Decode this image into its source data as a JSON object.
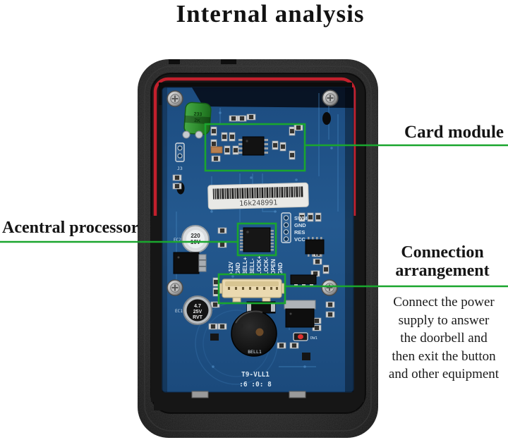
{
  "title": "Internal analysis",
  "annotations": {
    "card_module": {
      "label": "Card module"
    },
    "central_processor": {
      "label": "Acentral processor"
    },
    "connection": {
      "line1": "Connection",
      "line2": "arrangement",
      "description_lines": [
        "Connect the power",
        "supply to answer",
        "the doorbell and",
        "then exit the button",
        "and other equipment"
      ]
    }
  },
  "pcb": {
    "barcode_text": "16k248991",
    "programming_header_pins": [
      "SWM",
      "GND",
      "RES",
      "VCC"
    ],
    "terminal_pins": [
      "+12V",
      "GND",
      "BELL+",
      "BELL-",
      "LOCK+",
      "LOCK-",
      "OPEN",
      "GND"
    ],
    "capacitor_large_lines": [
      "220",
      "10V"
    ],
    "capacitor_small_lines": [
      "4.7",
      "25V",
      "RVT"
    ],
    "green_capacitor_lines": [
      "233",
      "2K"
    ],
    "buzzer_label": "BELL1",
    "led_label": "DW1",
    "board_model": "T9-VLL1",
    "board_date": ":6 :0: 8",
    "ref_ec1": "EC1",
    "ref_ec2": "EC2",
    "ref_j3": "J3"
  },
  "colors": {
    "annotation_green": "#1aa62e",
    "pcb_blue": "#235a93",
    "gasket_red": "#c2202c",
    "case_black": "#1e1e1e"
  }
}
